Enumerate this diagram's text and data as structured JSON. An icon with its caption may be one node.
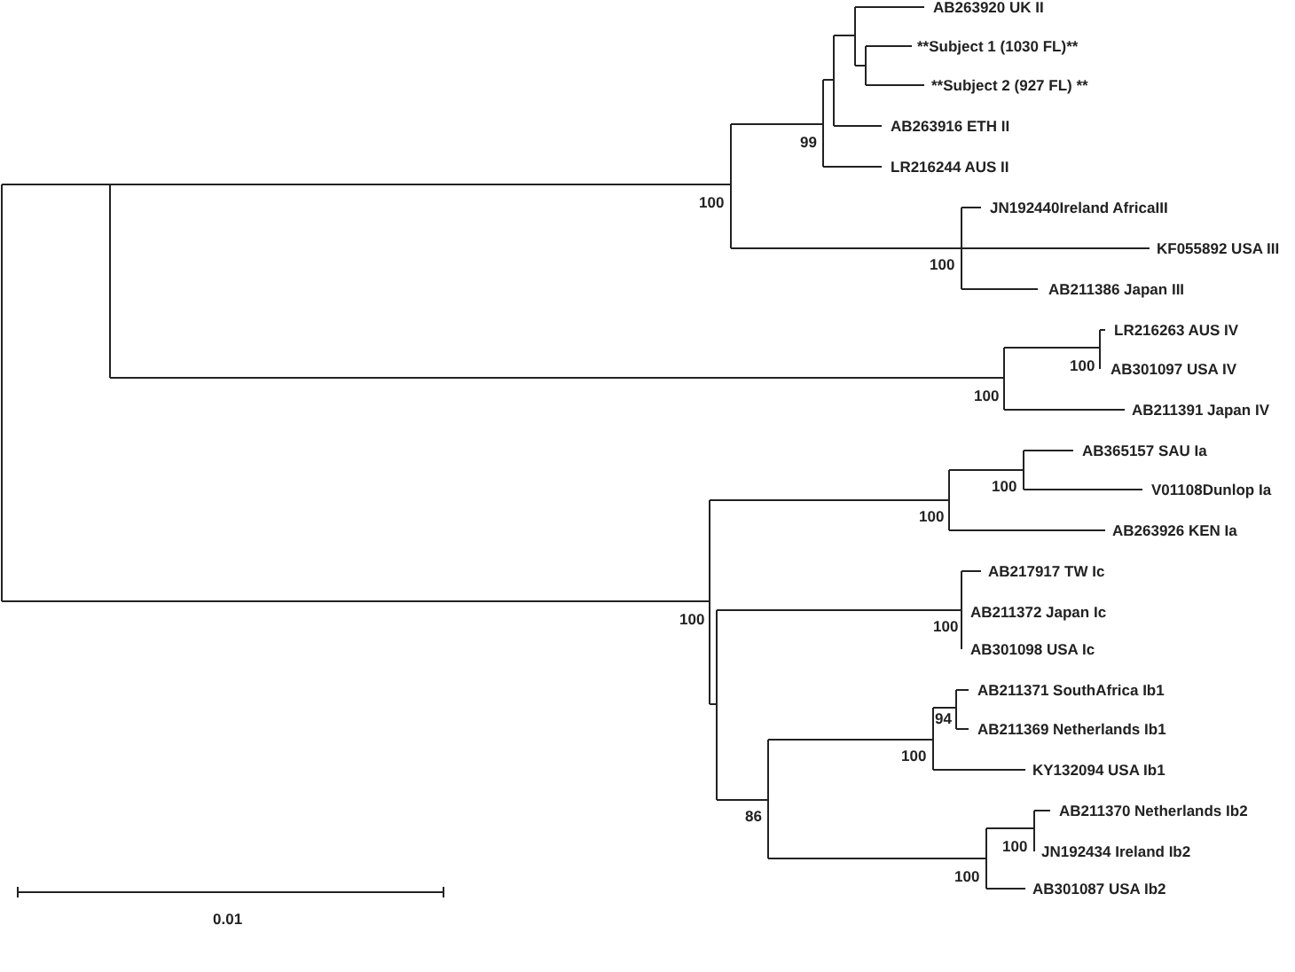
{
  "diagram": {
    "labels": [
      "AB263920 UK II",
      "**Subject 1 (1030 FL)**",
      "**Subject 2 (927 FL) **",
      "AB263916 ETH II",
      "99",
      "LR216244 AUS II",
      "100",
      "JN192440Ireland AfricaIII",
      "KF055892 USA III",
      "100",
      "AB211386 Japan III",
      "LR216263 AUS IV",
      "100",
      "AB301097 USA IV",
      "100",
      "AB211391 Japan IV",
      "AB365157 SAU Ia",
      "100",
      "V01108Dunlop Ia",
      "100",
      "AB263926 KEN Ia",
      "AB217917 TW Ic",
      "100",
      "AB211372 Japan Ic",
      "100",
      "AB301098 USA Ic",
      "AB211371 SouthAfrica Ib1",
      "94",
      "AB211369 Netherlands Ib1",
      "100",
      "KY132094 USA Ib1",
      "AB211370 Netherlands Ib2",
      "86",
      "100",
      "JN192434 Ireland Ib2",
      "100",
      "AB301087 USA Ib2",
      "0.01"
    ]
  }
}
